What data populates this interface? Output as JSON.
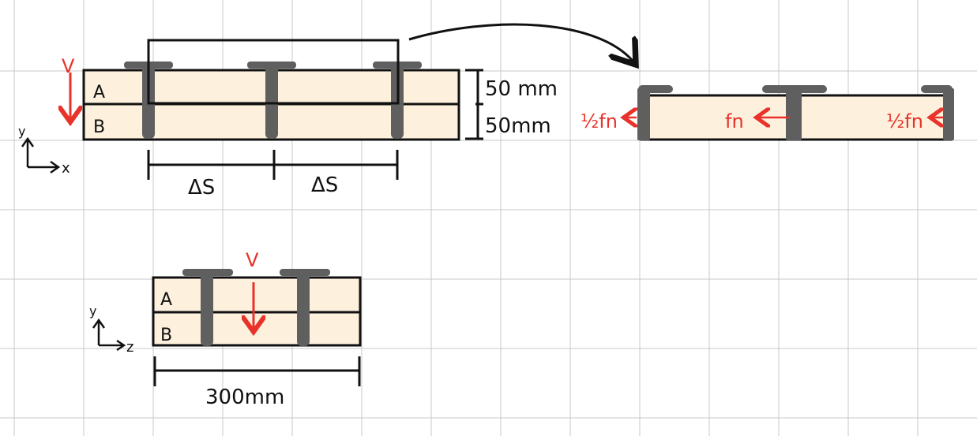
{
  "colors": {
    "wood": "#fdf0dd",
    "outline": "#111111",
    "nail": "#5f5f5f",
    "force": "#e8322a",
    "grid": "#c8c8c8"
  },
  "side_view": {
    "layer_a": "A",
    "layer_b": "B",
    "shear_label": "V",
    "spacing_left": "ΔS",
    "spacing_right": "ΔS",
    "height_top": "50 mm",
    "height_bottom": "50mm",
    "axis_y": "y",
    "axis_x": "x"
  },
  "free_body": {
    "left_force": "½fn",
    "middle_force": "fn",
    "right_force": "½fn"
  },
  "cross_section": {
    "layer_a": "A",
    "layer_b": "B",
    "shear_label": "V",
    "width": "300mm",
    "axis_y": "y",
    "axis_z": "z"
  }
}
